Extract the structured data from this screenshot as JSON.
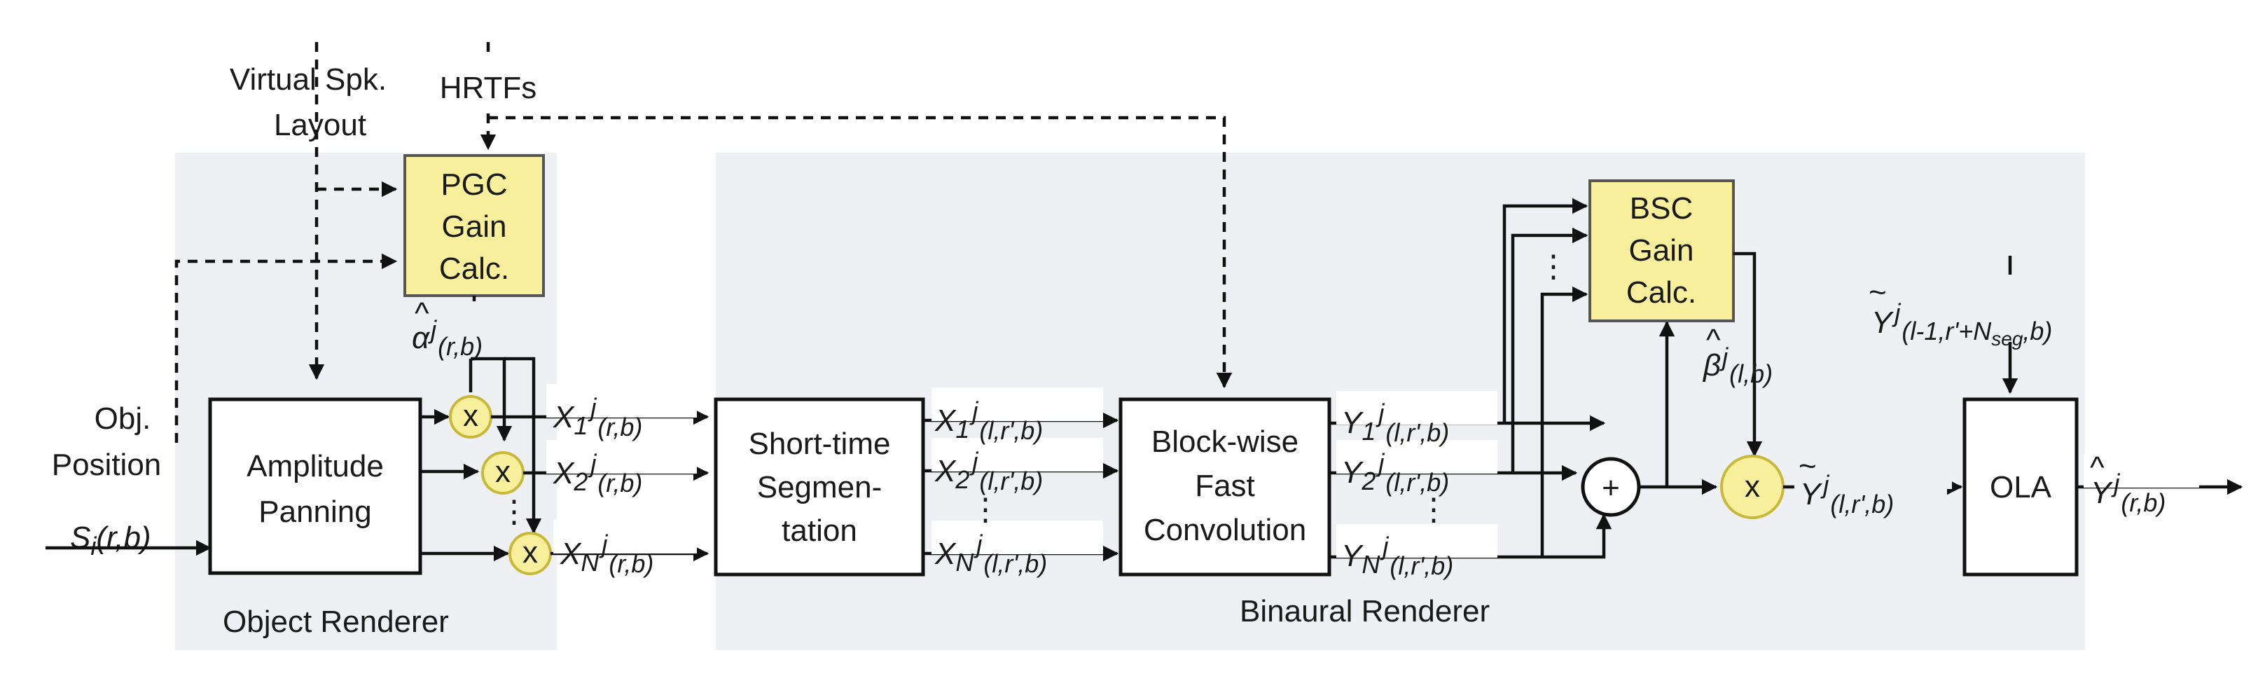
{
  "colors": {
    "region_bg": "#eef0f3",
    "gain_block_fill": "#f8ef9c",
    "multiplier_fill": "#f8ef9c",
    "line": "#111111"
  },
  "regions": {
    "object_renderer": "Object Renderer",
    "binaural_renderer": "Binaural Renderer"
  },
  "inputs": {
    "virtual_spk": [
      "Virtual Spk.",
      "Layout"
    ],
    "hrtfs": "HRTFs",
    "obj_position": [
      "Obj.",
      "Position"
    ],
    "source": {
      "base": "S",
      "sub": "i",
      "arg": "(r,b)"
    }
  },
  "blocks": {
    "pgc": [
      "PGC",
      "Gain",
      "Calc."
    ],
    "amplitude_panning": [
      "Amplitude",
      "Panning"
    ],
    "segmentation": [
      "Short-time",
      "Segmen-",
      "tation"
    ],
    "convolution": [
      "Block-wise",
      "Fast",
      "Convolution"
    ],
    "bsc": [
      "BSC",
      "Gain",
      "Calc."
    ],
    "ola": "OLA"
  },
  "operators": {
    "multiply": "x",
    "sum": "+"
  },
  "signals": {
    "alpha": {
      "hat": "^",
      "base": "α",
      "sup": "j",
      "sub": "(r,b)"
    },
    "beta": {
      "hat": "^",
      "base": "β",
      "sup": "j",
      "sub": "(l,b)"
    },
    "x_panned": [
      {
        "base": "X",
        "idx": "1",
        "sup": "j",
        "sub": "(r,b)"
      },
      {
        "base": "X",
        "idx": "2",
        "sup": "j",
        "sub": "(r,b)"
      },
      {
        "base": "X",
        "idx": "N",
        "sup": "j",
        "sub": "(r,b)"
      }
    ],
    "x_segmented": [
      {
        "base": "X",
        "idx": "1",
        "sup": "j",
        "sub": "(l,r',b)"
      },
      {
        "base": "X",
        "idx": "2",
        "sup": "j",
        "sub": "(l,r',b)"
      },
      {
        "base": "X",
        "idx": "N",
        "sup": "j",
        "sub": "(l,r',b)"
      }
    ],
    "y_binaural": [
      {
        "base": "Y",
        "idx": "1",
        "sup": "j",
        "sub": "(l,r',b)"
      },
      {
        "base": "Y",
        "idx": "2",
        "sup": "j",
        "sub": "(l,r',b)"
      },
      {
        "base": "Y",
        "idx": "N",
        "sup": "j",
        "sub": "(l,r',b)"
      }
    ],
    "y_tilde": {
      "accent": "~",
      "base": "Y",
      "sup": "j",
      "sub": "(l,r',b)"
    },
    "y_prev": {
      "accent": "~",
      "base": "Y",
      "sup": "j",
      "sub": "(l-1,r'+N",
      "subsub": "seg",
      "tail": ",b)"
    },
    "y_out": {
      "accent": "^",
      "base": "Y",
      "sup": "j",
      "sub": "(r,b)"
    }
  },
  "ellipsis": "⋮"
}
